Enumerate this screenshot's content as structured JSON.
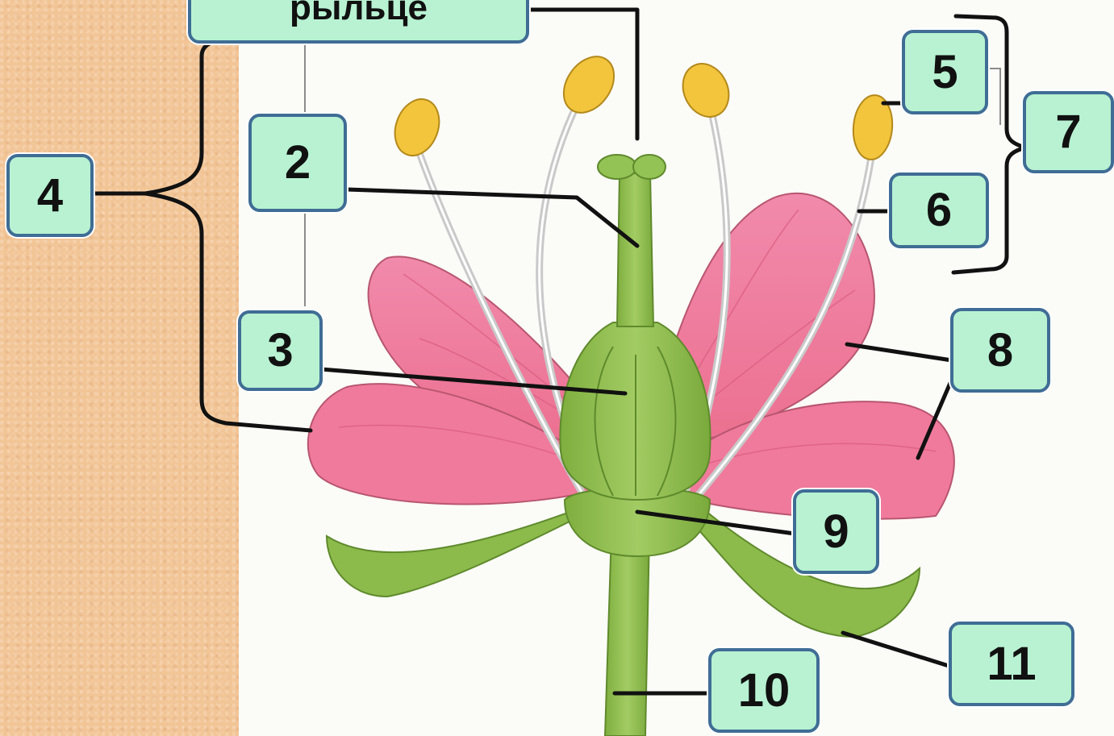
{
  "labels": {
    "stigma": "рыльце",
    "n2": "2",
    "n3": "3",
    "n4": "4",
    "n5": "5",
    "n6": "6",
    "n7": "7",
    "n8": "8",
    "n9": "9",
    "n10": "10",
    "n11": "11"
  },
  "colors": {
    "background_panel": "#f2c596",
    "label_fill": "#b8f2d2",
    "label_border": "#3f6d95",
    "petal": "#f17fa3",
    "pistil_green": "#8ab94a",
    "anther": "#f0c23a",
    "leader_line": "#111111"
  }
}
